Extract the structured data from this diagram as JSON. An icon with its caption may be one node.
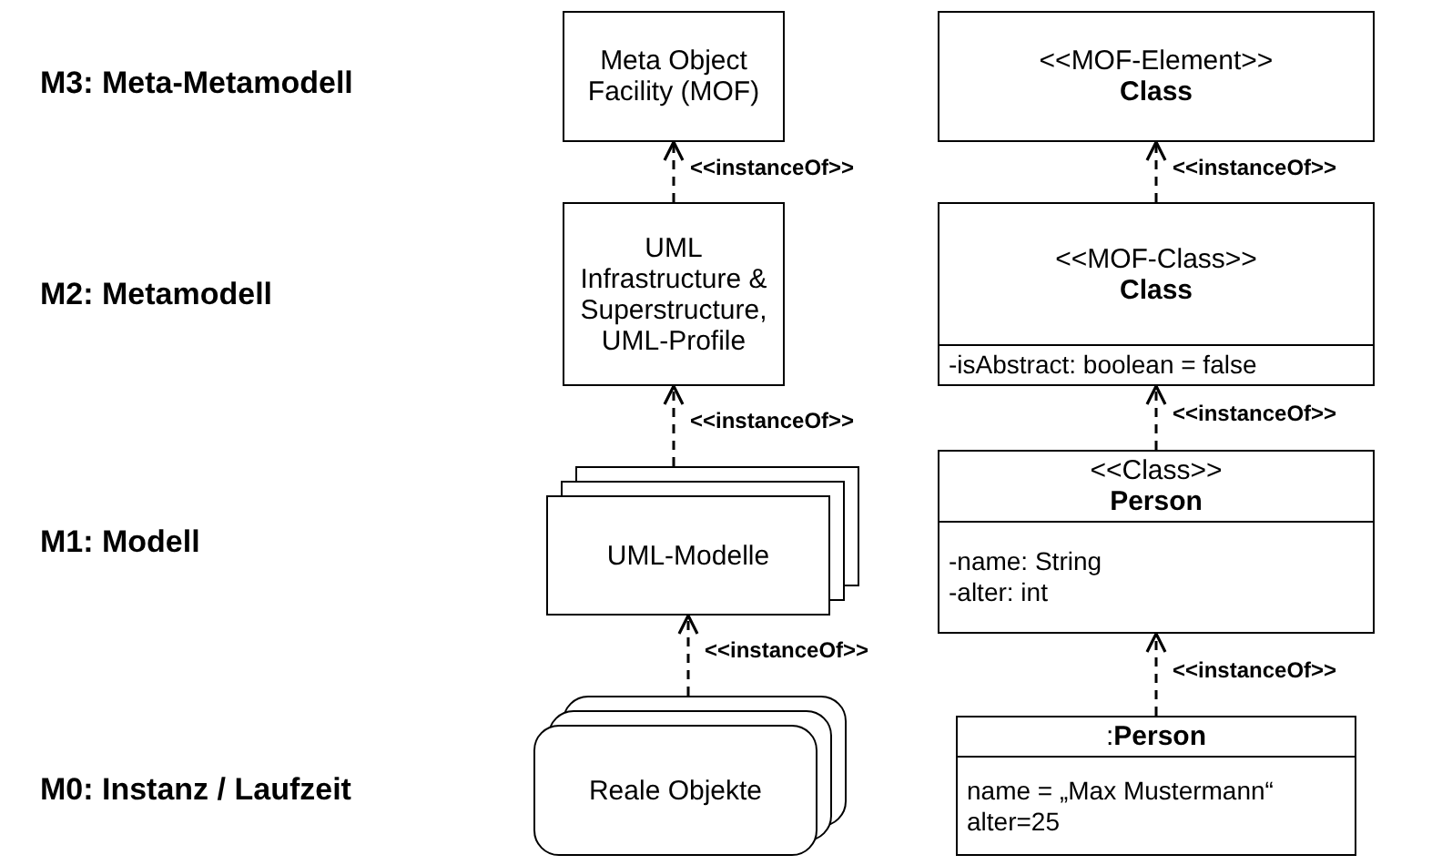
{
  "diagram": {
    "nodes": [
      {
        "text": [
          "Meta Object Facility (MOF)"
        ]
      },
      {
        "text": [
          "UML Infrastructure & Superstructure, UML-Profile"
        ]
      },
      {
        "text": [
          "UML-Modelle"
        ]
      },
      {
        "text": [
          "Reale Objekte"
        ]
      },
      {
        "text": [
          "<<MOF-Element>>",
          "Class"
        ]
      },
      {
        "text": [
          "<<MOF-Class>>",
          "Class",
          "-isAbstract: boolean = false"
        ]
      },
      {
        "text": [
          "<<Class>>",
          "Person",
          "-name: String",
          "-alter: int"
        ]
      },
      {
        "text": [
          ":**Person**",
          "name = „Max Mustermann“",
          "alter=25"
        ]
      }
    ],
    "edges": [
      {
        "from": 1,
        "to": 0,
        "arrow": "to",
        "style": "dashed",
        "label": "<<instanceOf>>"
      },
      {
        "from": 2,
        "to": 1,
        "arrow": "to",
        "style": "dashed",
        "label": "<<instanceOf>>"
      },
      {
        "from": 3,
        "to": 2,
        "arrow": "to",
        "style": "dashed",
        "label": "<<instanceOf>>"
      },
      {
        "from": 5,
        "to": 4,
        "arrow": "to",
        "style": "dashed",
        "label": "<<instanceOf>>"
      },
      {
        "from": 6,
        "to": 5,
        "arrow": "to",
        "style": "dashed",
        "label": "<<instanceOf>>"
      },
      {
        "from": 7,
        "to": 6,
        "arrow": "to",
        "style": "dashed",
        "label": "<<instanceOf>>"
      }
    ],
    "labels": [
      "M3: Meta-Metamodell",
      "M2: Metamodell",
      "M1: Modell",
      "M0: Instanz / Laufzeit"
    ]
  }
}
